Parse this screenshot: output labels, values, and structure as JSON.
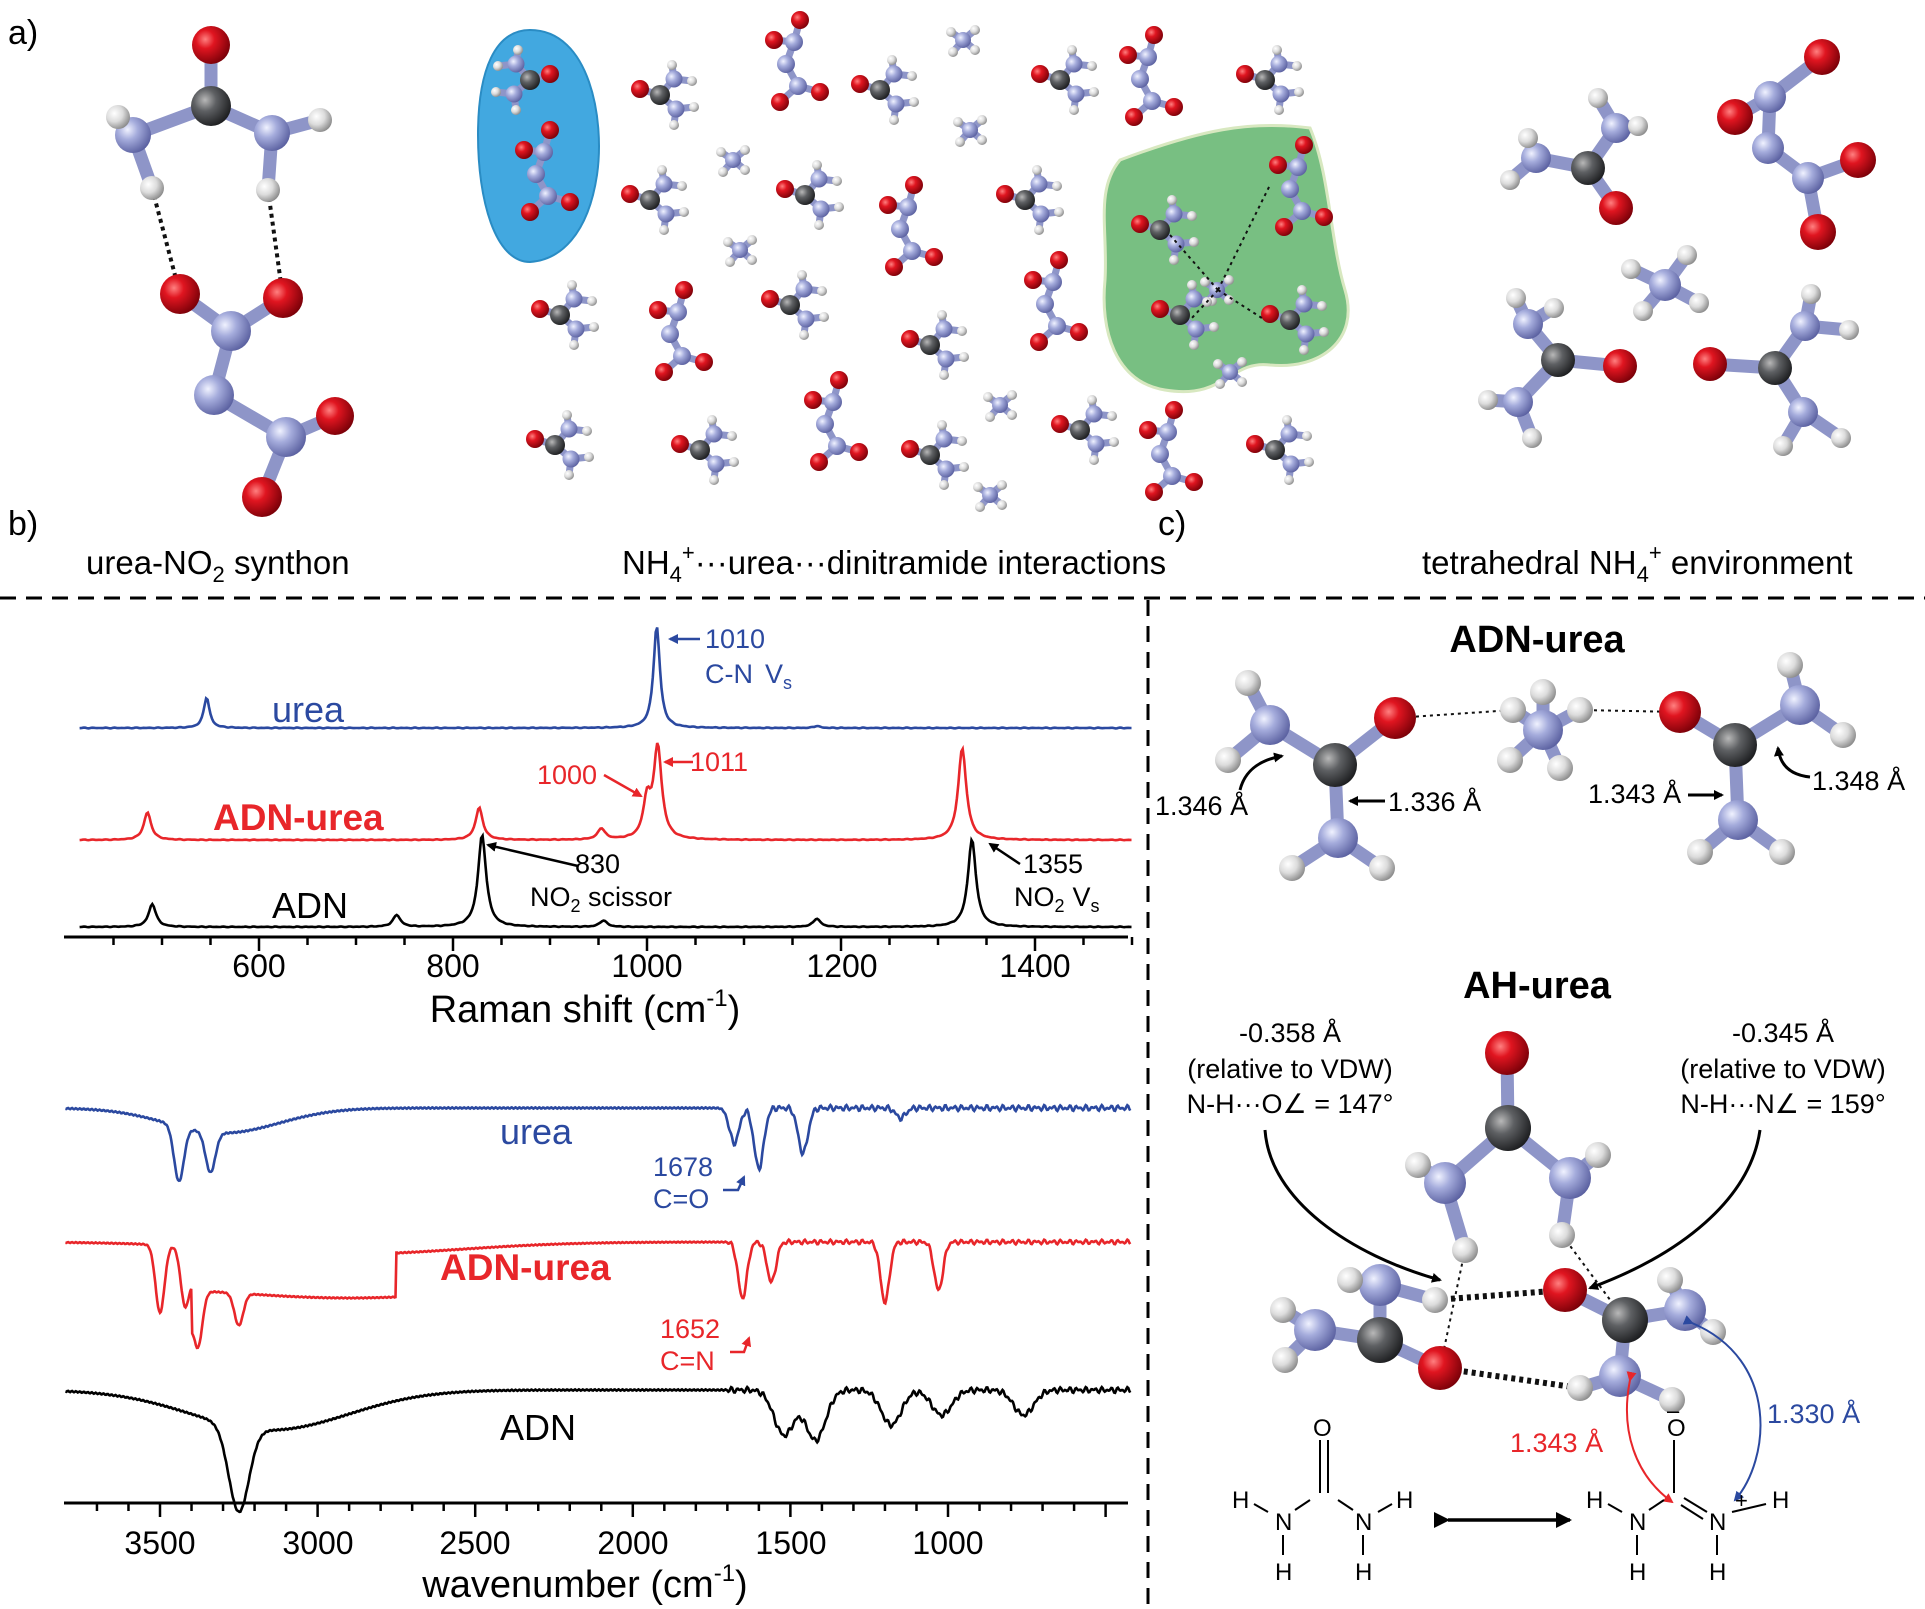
{
  "panels": {
    "a": {
      "letter": "a)",
      "captions": {
        "left_main": "urea-NO",
        "left_sub": "2",
        "left_tail": " synthon",
        "mid_main": "NH",
        "mid_sub": "4",
        "mid_sup": "+",
        "mid_tail": "···urea···dinitramide interactions",
        "right_pre": "tetrahedral NH",
        "right_sub": "4",
        "right_sup": "+",
        "right_tail": " environment"
      }
    },
    "b": {
      "letter": "b)",
      "raman": {
        "xlabel_main": "Raman shift (cm",
        "xlabel_sup": "-1",
        "xlabel_close": ")",
        "ticks": [
          "600",
          "800",
          "1000",
          "1200",
          "1400"
        ],
        "labels": {
          "urea": "urea",
          "adn_urea": "ADN-urea",
          "adn": "ADN"
        },
        "annotations": {
          "a1010": "1010",
          "cn_main": "C-N",
          "cn_v": "V",
          "cn_sub": "s",
          "a1000": "1000",
          "a1011": "1011",
          "a830": "830",
          "no2s_main": "NO",
          "no2s_sub": "2",
          "no2s_tail": " scissor",
          "a1355": "1355",
          "no2v_main": "NO",
          "no2v_sub": "2",
          "no2v_v": "V",
          "no2v_vsub": "s"
        }
      },
      "ir": {
        "xlabel_main": "wavenumber (cm",
        "xlabel_sup": "-1",
        "xlabel_close": ")",
        "ticks": [
          "3500",
          "3000",
          "2500",
          "2000",
          "1500",
          "1000"
        ],
        "labels": {
          "urea": "urea",
          "adn_urea": "ADN-urea",
          "adn": "ADN"
        },
        "annotations": {
          "a1678": "1678",
          "co": "C=O",
          "a1652": "1652",
          "cn": "C=N"
        }
      }
    },
    "c": {
      "letter": "c)",
      "adn_urea": {
        "title": "ADN-urea",
        "d1": "1.346 Å",
        "d2": "1.336 Å",
        "d3": "1.343 Å",
        "d4": "1.348 Å"
      },
      "ah_urea": {
        "title": "AH-urea",
        "left_val": "-0.358 Å",
        "left_rel": "(relative to VDW)",
        "left_angle": "N-H···O∠ = 147°",
        "right_val": "-0.345 Å",
        "right_rel": "(relative to VDW)",
        "right_angle": "N-H···N∠ = 159°",
        "red_len": "1.343 Å",
        "blue_len": "1.330 Å"
      },
      "resonance": {
        "H": "H",
        "N": "N",
        "C": "C",
        "O": "O",
        "minus": "–",
        "plus": "+"
      }
    }
  },
  "colors": {
    "urea": "#2b49a0",
    "adn_urea": "#e8262a",
    "adn": "#000000",
    "oxygen": "#d0101a",
    "nitrogen": "#9ea6d6",
    "carbon": "#5a5c5f",
    "hydrogen": "#dcdcdc",
    "blob_blue": "#42a8e0",
    "blob_green": "#78bf82"
  },
  "chart_data": [
    {
      "type": "line",
      "title": "",
      "xlabel": "Raman shift (cm-1)",
      "xlim": [
        415,
        1500
      ],
      "x_ticks": [
        600,
        800,
        1000,
        1200,
        1400
      ],
      "series": [
        {
          "name": "urea",
          "peaks": [
            [
              546,
              0.3
            ],
            [
              1010,
              1.0
            ],
            [
              1175,
              0.02
            ]
          ]
        },
        {
          "name": "ADN-urea",
          "peaks": [
            [
              485,
              0.3
            ],
            [
              827,
              0.35
            ],
            [
              953,
              0.12
            ],
            [
              1000,
              0.4
            ],
            [
              1011,
              1.0
            ],
            [
              1325,
              1.0
            ]
          ]
        },
        {
          "name": "ADN",
          "peaks": [
            [
              490,
              0.25
            ],
            [
              742,
              0.13
            ],
            [
              830,
              1.0
            ],
            [
              955,
              0.07
            ],
            [
              1175,
              0.09
            ],
            [
              1335,
              0.95
            ]
          ]
        }
      ],
      "annotations": [
        "1010",
        "C-N Vs",
        "1000",
        "1011",
        "830",
        "NO2 scissor",
        "1355",
        "NO2 Vs"
      ],
      "grid": false
    },
    {
      "type": "line",
      "title": "",
      "xlabel": "wavenumber (cm-1)",
      "xlim": [
        3800,
        420
      ],
      "x_ticks": [
        3500,
        3000,
        2500,
        2000,
        1500,
        1000
      ],
      "series": [
        {
          "name": "urea",
          "bands": [
            [
              3440,
              0.55
            ],
            [
              3340,
              0.4
            ],
            [
              1678,
              0.35
            ],
            [
              1600,
              0.6
            ],
            [
              1460,
              0.45
            ],
            [
              1150,
              0.1
            ]
          ]
        },
        {
          "name": "ADN-urea",
          "bands": [
            [
              3500,
              0.85
            ],
            [
              3420,
              0.75
            ],
            [
              3380,
              0.7
            ],
            [
              3250,
              0.4
            ],
            [
              1652,
              0.7
            ],
            [
              1560,
              0.5
            ],
            [
              1200,
              0.75
            ],
            [
              1030,
              0.6
            ]
          ]
        },
        {
          "name": "ADN",
          "bands": [
            [
              3250,
              0.85
            ],
            [
              1520,
              0.45
            ],
            [
              1420,
              0.5
            ],
            [
              1180,
              0.35
            ],
            [
              1020,
              0.25
            ],
            [
              760,
              0.25
            ]
          ]
        }
      ],
      "annotations": [
        "1678",
        "C=O",
        "1652",
        "C=N"
      ],
      "grid": false
    }
  ]
}
